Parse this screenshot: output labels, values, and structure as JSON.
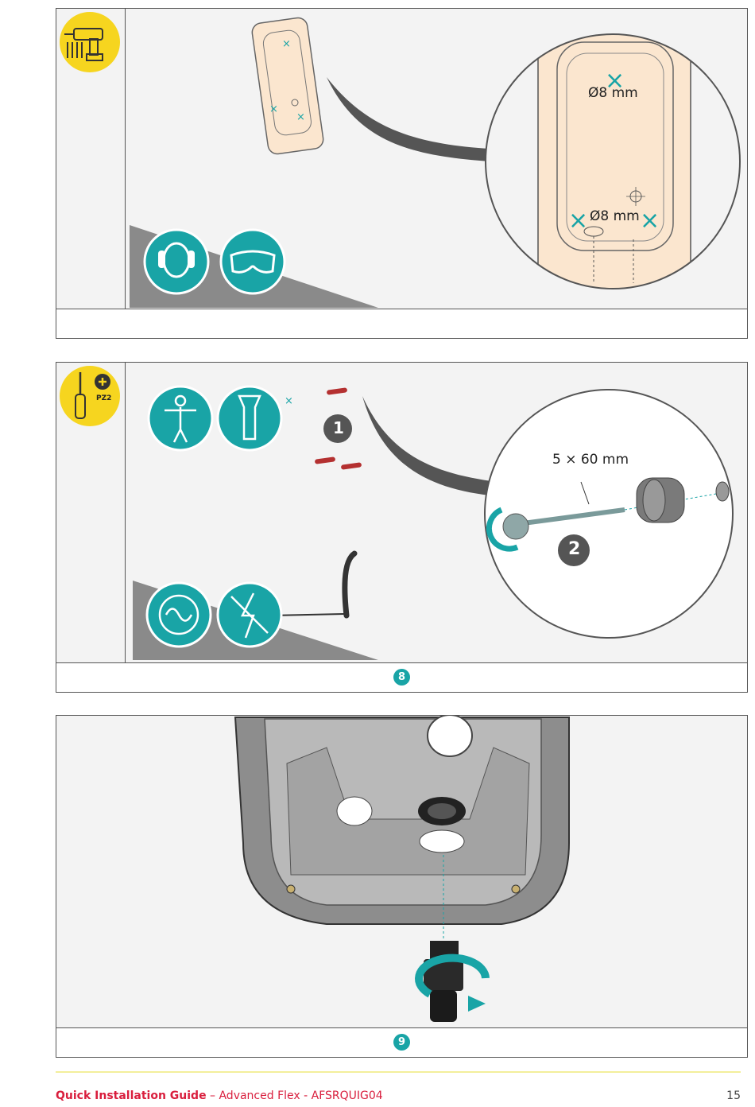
{
  "panel1": {
    "callout_top": "Ø8 mm",
    "callout_bottom": "Ø8 mm"
  },
  "panel2": {
    "step1": "1",
    "step2": "2",
    "screw_size": "5 × 60 mm",
    "tool_bit": "PZ2",
    "step_number": "8"
  },
  "panel3": {
    "step_number": "9"
  },
  "footer": {
    "guide_title": "Quick Installation Guide",
    "rest": " – Advanced Flex - AFSRQUIG04",
    "page": "15"
  },
  "colors": {
    "teal": "#19a4a6",
    "yellow": "#f6d51f",
    "red": "#d91e3d"
  }
}
